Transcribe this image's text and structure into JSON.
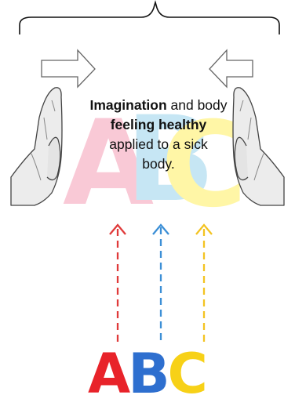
{
  "caption": {
    "line1_bold": "Imagination",
    "line1_rest": " and body",
    "line2_bold": "feeling healthy",
    "line3": "applied to a sick",
    "line4": "body."
  },
  "faded_letters": [
    "A",
    "B",
    "C"
  ],
  "bottom_letters": [
    "A",
    "B",
    "C"
  ],
  "colors": {
    "a": "#e8232a",
    "b": "#2e6fcf",
    "c": "#f7d117",
    "faded_a": "#f9c9d6",
    "faded_b": "#c6e6f4",
    "faded_c": "#fff6a6",
    "arrow_red": "#e03a3a",
    "arrow_blue": "#3c8fd6",
    "arrow_yellow": "#f3c321"
  },
  "icons": [
    "curly-brace-icon",
    "hollow-arrow-right-icon",
    "hollow-arrow-left-icon",
    "left-hand-icon",
    "right-hand-icon",
    "dashed-arrow-up-icon"
  ]
}
